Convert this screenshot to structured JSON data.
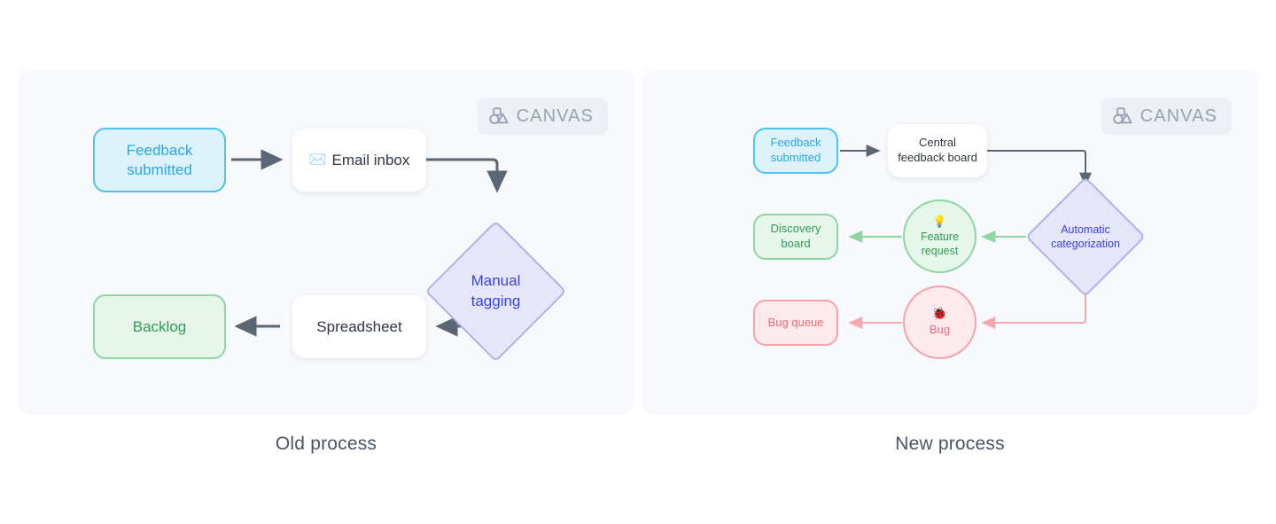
{
  "badge": {
    "label": "CANVAS",
    "icon": "shapes-icon"
  },
  "captions": {
    "old": "Old process",
    "new": "New process"
  },
  "palette": {
    "panel_bg": "#f7f9fc",
    "page_bg": "#ffffff",
    "badge_bg": "#eceff4",
    "badge_text": "#9aa3af",
    "caption_text": "#4b5563",
    "blue_fill": "#dcf3fc",
    "blue_border": "#4ec3ef",
    "blue_text": "#29a8e0",
    "green_fill": "#e7f6ea",
    "green_border": "#8ed6a3",
    "green_text": "#2e9e52",
    "red_fill": "#fdeaec",
    "red_border": "#f4a3ab",
    "red_text": "#f06a78",
    "violet_fill": "#e6e6fb",
    "violet_border": "#b0b0ea",
    "violet_text": "#3b42e0",
    "card_bg": "#ffffff",
    "card_text": "#2f3542",
    "arrow_dark": "#5b6775",
    "arrow_green": "#8ed6a3",
    "arrow_red": "#f6a8b0"
  },
  "old_process": {
    "nodes": [
      {
        "id": "feedback-submitted",
        "label_lines": [
          "Feedback",
          "submitted"
        ],
        "shape": "rounded-rect",
        "style": "blue"
      },
      {
        "id": "email-inbox",
        "label_lines": [
          "Email inbox"
        ],
        "emoji": "✉️",
        "shape": "rounded-rect",
        "style": "card"
      },
      {
        "id": "manual-tagging",
        "label_lines": [
          "Manual",
          "tagging"
        ],
        "shape": "diamond",
        "style": "violet"
      },
      {
        "id": "spreadsheet",
        "label_lines": [
          "Spreadsheet"
        ],
        "shape": "rounded-rect",
        "style": "card"
      },
      {
        "id": "backlog",
        "label_lines": [
          "Backlog"
        ],
        "shape": "rounded-rect",
        "style": "green"
      }
    ],
    "edges": [
      {
        "from": "feedback-submitted",
        "to": "email-inbox",
        "color": "#5b6775",
        "kind": "straight"
      },
      {
        "from": "email-inbox",
        "to": "manual-tagging",
        "color": "#5b6775",
        "kind": "elbow-down"
      },
      {
        "from": "manual-tagging",
        "to": "spreadsheet",
        "color": "#5b6775",
        "kind": "elbow-left"
      },
      {
        "from": "spreadsheet",
        "to": "backlog",
        "color": "#5b6775",
        "kind": "straight"
      }
    ]
  },
  "new_process": {
    "nodes": [
      {
        "id": "feedback-submitted",
        "label_lines": [
          "Feedback",
          "submitted"
        ],
        "shape": "rounded-rect",
        "style": "blue"
      },
      {
        "id": "central-feedback-board",
        "label_lines": [
          "Central",
          "feedback board"
        ],
        "shape": "rounded-rect",
        "style": "card"
      },
      {
        "id": "automatic-categorization",
        "label_lines": [
          "Automatic",
          "categorization"
        ],
        "shape": "diamond",
        "style": "violet"
      },
      {
        "id": "feature-request",
        "label_lines": [
          "Feature",
          "request"
        ],
        "emoji": "💡",
        "shape": "ellipse",
        "style": "green"
      },
      {
        "id": "discovery-board",
        "label_lines": [
          "Discovery",
          "board"
        ],
        "shape": "rounded-rect",
        "style": "green"
      },
      {
        "id": "bug",
        "label_lines": [
          "Bug"
        ],
        "emoji": "🐞",
        "shape": "ellipse",
        "style": "red"
      },
      {
        "id": "bug-queue",
        "label_lines": [
          "Bug queue"
        ],
        "shape": "rounded-rect",
        "style": "red"
      }
    ],
    "edges": [
      {
        "from": "feedback-submitted",
        "to": "central-feedback-board",
        "color": "#5b6775",
        "kind": "straight"
      },
      {
        "from": "central-feedback-board",
        "to": "automatic-categorization",
        "color": "#5b6775",
        "kind": "elbow-down"
      },
      {
        "from": "automatic-categorization",
        "to": "feature-request",
        "color": "#8ed6a3",
        "kind": "straight-left"
      },
      {
        "from": "feature-request",
        "to": "discovery-board",
        "color": "#8ed6a3",
        "kind": "straight-left"
      },
      {
        "from": "automatic-categorization",
        "to": "bug",
        "color": "#f6a8b0",
        "kind": "elbow-down-left"
      },
      {
        "from": "bug",
        "to": "bug-queue",
        "color": "#f6a8b0",
        "kind": "straight-left"
      }
    ]
  }
}
